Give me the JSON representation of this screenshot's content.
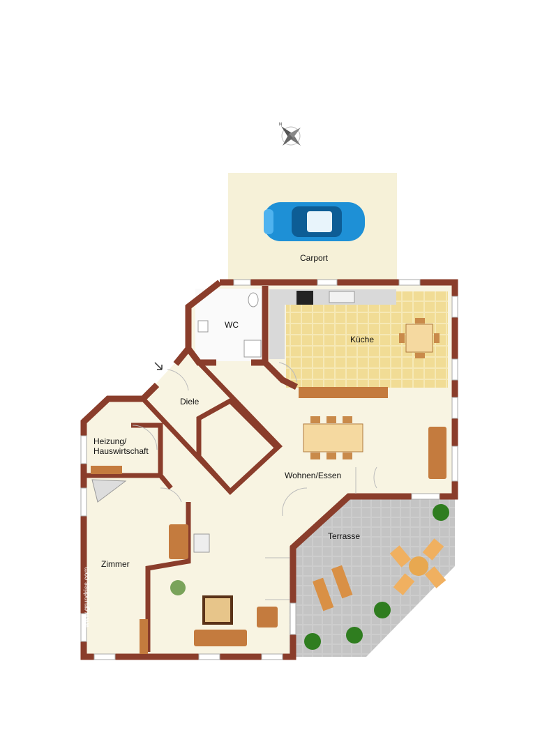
{
  "rooms": {
    "carport": "Carport",
    "wc": "WC",
    "kueche": "Küche",
    "diele": "Diele",
    "heizung_line1": "Heizung/",
    "heizung_line2": "Hauswirtschaft",
    "wohnen": "Wohnen/Essen",
    "terrasse": "Terrasse",
    "zimmer": "Zimmer"
  },
  "compass": {
    "north_label": "N"
  },
  "watermark": "www.grundriss.com",
  "colors": {
    "wall": "#8a3d2b",
    "floor": "#f8f4e2",
    "carport": "#f6f1d8",
    "terrace": "#c9c9c9",
    "tile": "#f3e3a8",
    "car": "#1e90d6",
    "wood": "#c98a4a"
  }
}
